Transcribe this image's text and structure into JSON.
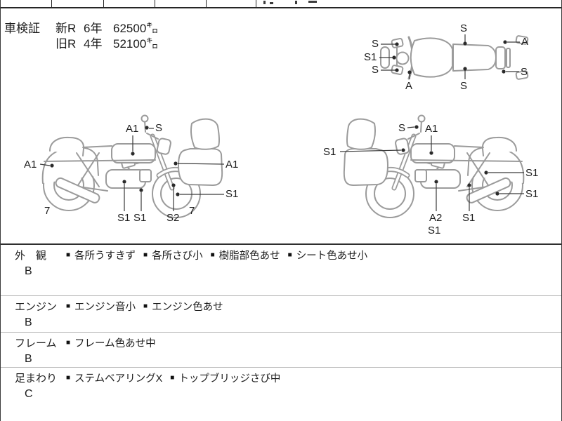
{
  "certificate": {
    "label": "車検証",
    "rows": [
      {
        "era": "新R",
        "years": "6年",
        "mileage": "62500㌔"
      },
      {
        "era": "旧R",
        "years": "4年",
        "mileage": "52100㌔"
      }
    ]
  },
  "diagrams": {
    "top_view": {
      "labels": [
        {
          "text": "S"
        },
        {
          "text": "S1"
        },
        {
          "text": "S"
        },
        {
          "text": "A"
        },
        {
          "text": "S"
        },
        {
          "text": "S"
        },
        {
          "text": "A"
        },
        {
          "text": "S"
        }
      ]
    },
    "left_bike": {
      "labels": [
        {
          "text": "A1"
        },
        {
          "text": "S"
        },
        {
          "text": "A1"
        },
        {
          "text": "A1"
        },
        {
          "text": "S1"
        },
        {
          "text": "7"
        },
        {
          "text": "S1"
        },
        {
          "text": "S1"
        },
        {
          "text": "S2"
        },
        {
          "text": "7"
        }
      ]
    },
    "right_bike": {
      "labels": [
        {
          "text": "S"
        },
        {
          "text": "A1"
        },
        {
          "text": "S1"
        },
        {
          "text": "S1"
        },
        {
          "text": "S1"
        },
        {
          "text": "A2"
        },
        {
          "text": "S1"
        },
        {
          "text": "S1"
        }
      ]
    }
  },
  "inspection": {
    "bullet": "■",
    "sections": [
      {
        "name": "外　観",
        "grade": "B",
        "items": [
          "各所うすきず",
          "各所さび小",
          "樹脂部色あせ",
          "シート色あせ小"
        ]
      },
      {
        "name": "エンジン",
        "grade": "B",
        "items": [
          "エンジン音小",
          "エンジン色あせ"
        ]
      },
      {
        "name": "フレーム",
        "grade": "B",
        "items": [
          "フレーム色あせ中"
        ]
      },
      {
        "name": "足まわり",
        "grade": "C",
        "items": [
          "ステムベアリングX",
          "トップブリッジさび中"
        ]
      }
    ]
  },
  "colors": {
    "line_art": "#9b9b9b",
    "text": "#1c1c1c",
    "leader": "#3a3a3a"
  }
}
